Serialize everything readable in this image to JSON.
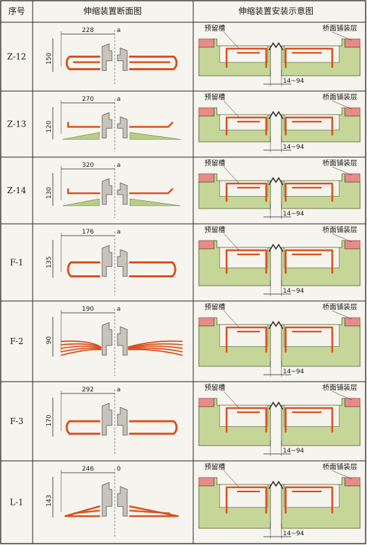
{
  "colors": {
    "rebar": "#d9501e",
    "rebar_edge": "#8c2a0c",
    "steel": "#c8c4bc",
    "steel_edge": "#555555",
    "concrete": "#c5d698",
    "slab": "#b9cd86",
    "pavement": "#e88a86",
    "grid": "#222222"
  },
  "header": {
    "col_index": "序号",
    "col_section": "伸缩装置断面图",
    "col_install": "伸缩装置安装示意图"
  },
  "rows": [
    {
      "id": "Z-12",
      "width_dim": "228",
      "height_dim": "150",
      "gap": "a",
      "groove": "预留槽",
      "pavement": "桥面铺装层",
      "range": "14~94"
    },
    {
      "id": "Z-13",
      "width_dim": "270",
      "height_dim": "120",
      "gap": "a",
      "groove": "预留槽",
      "pavement": "桥面铺装层",
      "range": "14~94"
    },
    {
      "id": "Z-14",
      "width_dim": "320",
      "height_dim": "130",
      "gap": "a",
      "groove": "预留槽",
      "pavement": "桥面铺装层",
      "range": "14~94"
    },
    {
      "id": "F-1",
      "width_dim": "176",
      "height_dim": "135",
      "gap": "a",
      "groove": "预留槽",
      "pavement": "桥面铺装层",
      "range": "14~94"
    },
    {
      "id": "F-2",
      "width_dim": "190",
      "height_dim": "90",
      "gap": "a",
      "groove": "预留槽",
      "pavement": "桥面铺装层",
      "range": "14~94"
    },
    {
      "id": "F-3",
      "width_dim": "292",
      "height_dim": "170",
      "gap": "a",
      "groove": "预留槽",
      "pavement": "桥面铺装层",
      "range": "14~94"
    },
    {
      "id": "L-1",
      "width_dim": "246",
      "height_dim": "143",
      "gap": "0",
      "groove": "预留槽",
      "pavement": "桥面铺装层",
      "range": "14~94"
    }
  ]
}
